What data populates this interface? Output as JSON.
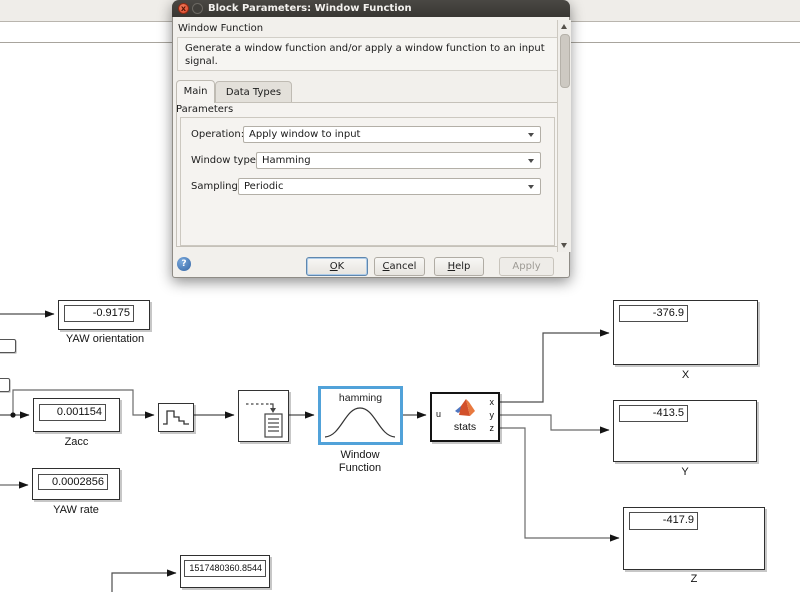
{
  "titlebar": {
    "title": "Block Parameters: Window Function"
  },
  "dialog": {
    "heading": "Window Function",
    "description": "Generate a window function and/or apply a window function to an input signal.",
    "tabs": {
      "main": "Main",
      "data_types": "Data Types"
    },
    "params_label": "Parameters",
    "fields": {
      "operation": {
        "label": "Operation:",
        "value": "Apply window to input"
      },
      "window_type": {
        "label": "Window type:",
        "value": "Hamming"
      },
      "sampling": {
        "label": "Sampling:",
        "value": "Periodic"
      }
    },
    "buttons": {
      "ok": {
        "mn": "O",
        "rest": "K"
      },
      "cancel": {
        "mn": "C",
        "rest": "ancel"
      },
      "help": {
        "mn": "H",
        "rest": "elp"
      },
      "apply": {
        "label": "Apply"
      }
    },
    "help_icon": "?",
    "close_glyph": "x"
  },
  "diagram": {
    "yaw_orientation": {
      "value": "-0.9175",
      "label": "YAW orientation"
    },
    "zacc": {
      "value": "0.001154",
      "label": "Zacc"
    },
    "yaw_rate": {
      "value": "0.0002856",
      "label": "YAW rate"
    },
    "timestamp": {
      "value": "1517480360.8544"
    },
    "x_display": {
      "value": "-376.9",
      "label": "X"
    },
    "y_display": {
      "value": "-413.5",
      "label": "Y"
    },
    "z_display": {
      "value": "-417.9",
      "label": "Z"
    },
    "window_block": {
      "icon_text": "hamming",
      "label1": "Window",
      "label2": "Function"
    },
    "stats_block": {
      "label": "stats",
      "in_port": "u",
      "out_x": "x",
      "out_y": "y",
      "out_z": "z"
    }
  },
  "colors": {
    "selection_blue": "#51a2d9",
    "titlebar_bg": "#3c3a36",
    "close_button": "#dd4427"
  }
}
